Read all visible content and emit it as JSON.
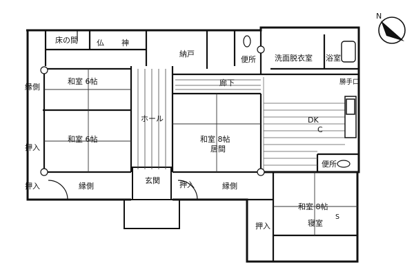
{
  "rooms": {
    "tokonoma": "床の間",
    "butsudan": "仏",
    "kamidana": "神",
    "closet_top": "納戸",
    "toilet_top": "便所",
    "washroom": "洗面脱衣室",
    "bath": "浴室",
    "washiki_top": "和室 6帖",
    "washiki_mid": "和室 6帖",
    "engawa_left": "縁側",
    "oshiire_left1": "押入",
    "oshiire_left2": "押入",
    "corridor": "廊下",
    "hall": "ホール",
    "washitsu_center": "和室 8帖",
    "kyoma": "居間",
    "dk": "DK",
    "dk_mark": "C",
    "kitchen_mark": "勝手口",
    "toilet_right": "便所",
    "engawa_bottom": "縁側",
    "entrance": "玄関",
    "oshiire_center": "押入",
    "engawa_center": "縁側",
    "washitsu_right": "和室 8帖",
    "bedroom": "寝室",
    "oshiire_right": "押入",
    "s_mark": "S"
  },
  "compass": {
    "label": "N"
  }
}
